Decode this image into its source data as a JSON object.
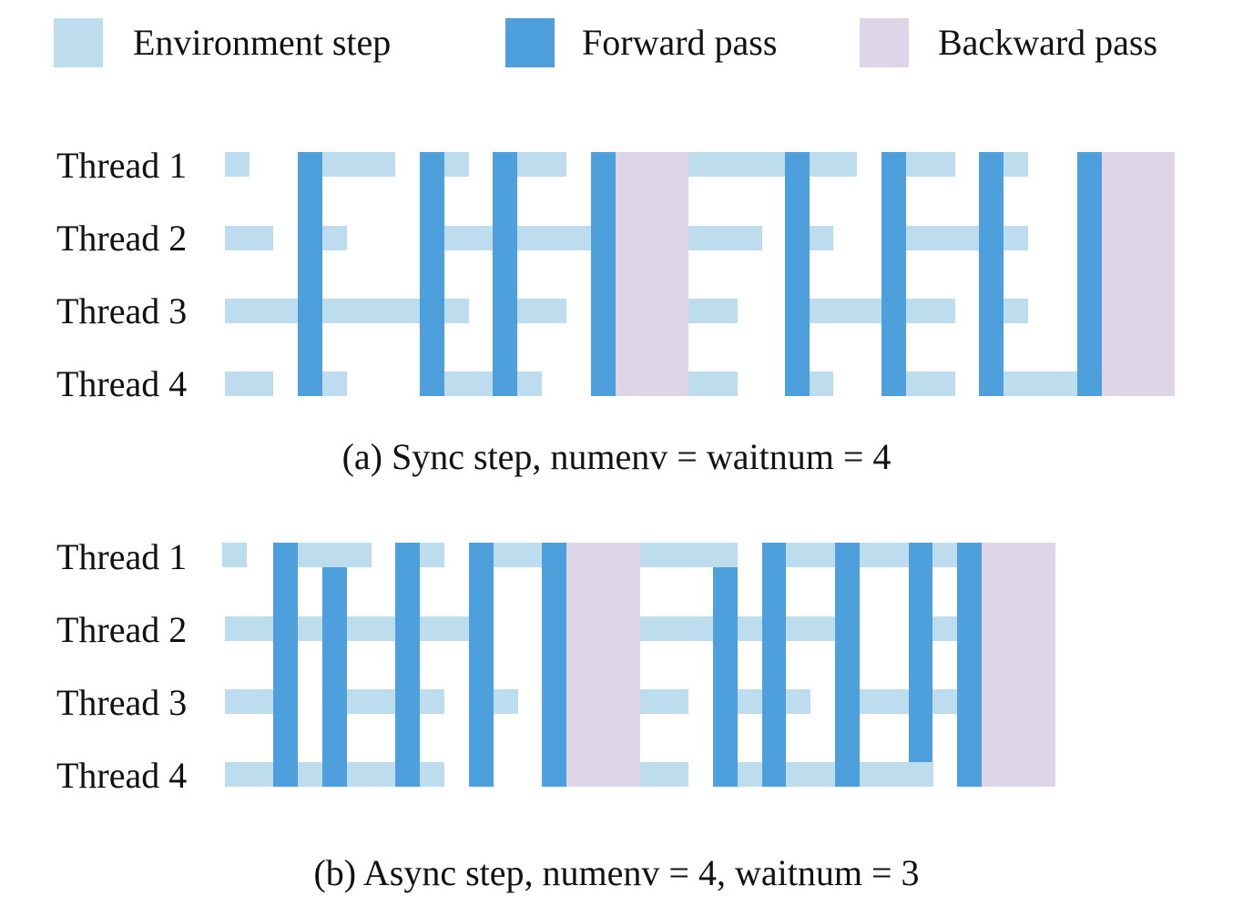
{
  "legend": {
    "items": [
      {
        "label": "Environment step",
        "kind": "env"
      },
      {
        "label": "Forward pass",
        "kind": "fwd"
      },
      {
        "label": "Backward pass",
        "kind": "bwd"
      }
    ]
  },
  "colors": {
    "env": "#bddcee",
    "fwd": "#4ea0dc",
    "bwd": "#ded6e8"
  },
  "panels": [
    {
      "id": "a",
      "caption": "(a) Sync step, numenv = waitnum = 4",
      "threads": [
        "Thread 1",
        "Thread 2",
        "Thread 3",
        "Thread 4"
      ]
    },
    {
      "id": "b",
      "caption": "(b) Async step, numenv = 4, waitnum = 3",
      "threads": [
        "Thread 1",
        "Thread 2",
        "Thread 3",
        "Thread 4"
      ]
    }
  ]
}
